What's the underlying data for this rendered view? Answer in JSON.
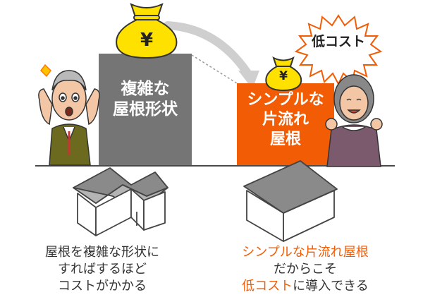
{
  "complex_block": {
    "line1": "複雑な",
    "line2": "屋根形状",
    "color": "#757575"
  },
  "simple_block": {
    "line1": "シンプルな",
    "line2": "片流れ",
    "line3": "屋根",
    "color": "#f25c05"
  },
  "money_bag_symbol": "¥",
  "low_cost_badge": "低コスト",
  "caption_left": {
    "line1": "屋根を複雑な形状に",
    "line2": "すればするほど",
    "line3": "コストがかかる"
  },
  "caption_right": {
    "line1_highlight": "シンプルな片流れ屋根",
    "line2": "だからこそ",
    "line3_highlight": "低コスト",
    "line3_rest": "に導入できる"
  },
  "colors": {
    "accent_orange": "#f25c05",
    "block_gray": "#757575",
    "money_yellow": "#ffe100"
  }
}
